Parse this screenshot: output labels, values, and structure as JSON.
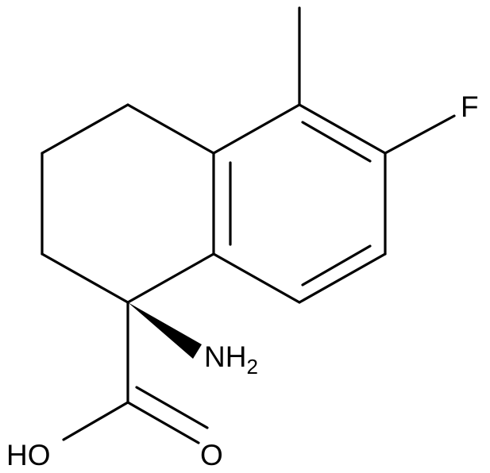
{
  "molecule": {
    "atoms": {
      "fluorine": "F",
      "amino": {
        "main": "NH",
        "subscript": "2"
      },
      "hydroxyl": "HO",
      "carbonyl_oxygen": "O"
    },
    "colors": {
      "ink": "#000000",
      "background": "#ffffff"
    }
  }
}
